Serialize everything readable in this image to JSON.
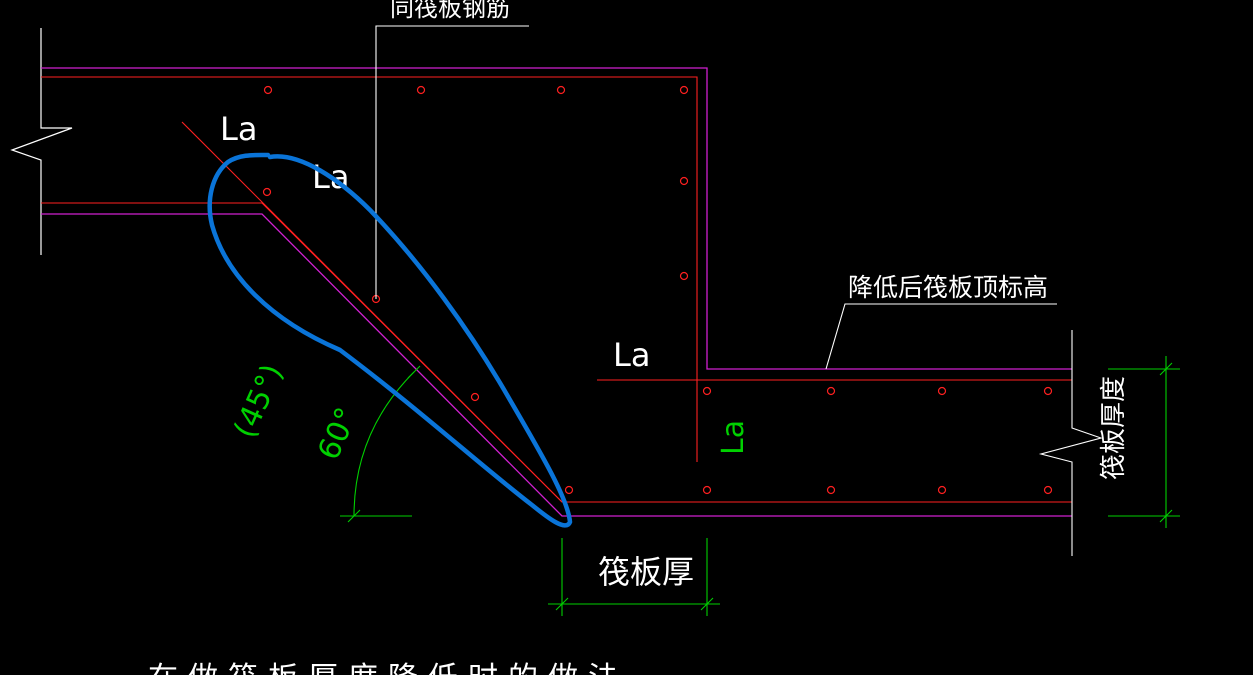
{
  "drawing": {
    "background": "#000000",
    "colors": {
      "rebar": "#ff2020",
      "slab_edge": "#d020d0",
      "leader": "#ffffff",
      "dimension": "#00d000",
      "markup": "#0a74d8"
    },
    "labels": {
      "rebar_callout_top": "同筏板钢筋",
      "la_upper_left": "La",
      "la_upper_mid": "La",
      "la_step": "La",
      "la_vertical": "La",
      "lowered_top_elevation": "降低后筏板顶标高",
      "raft_thickness_bottom": "筏板厚",
      "raft_thickness_right": "筏板厚度",
      "angle_alt": "(45°)",
      "angle_main": "60°",
      "bottom_note": "在做筏板厚度降低时的做法"
    },
    "annotation": {
      "type": "freehand-loop",
      "color": "#0a74d8"
    }
  }
}
